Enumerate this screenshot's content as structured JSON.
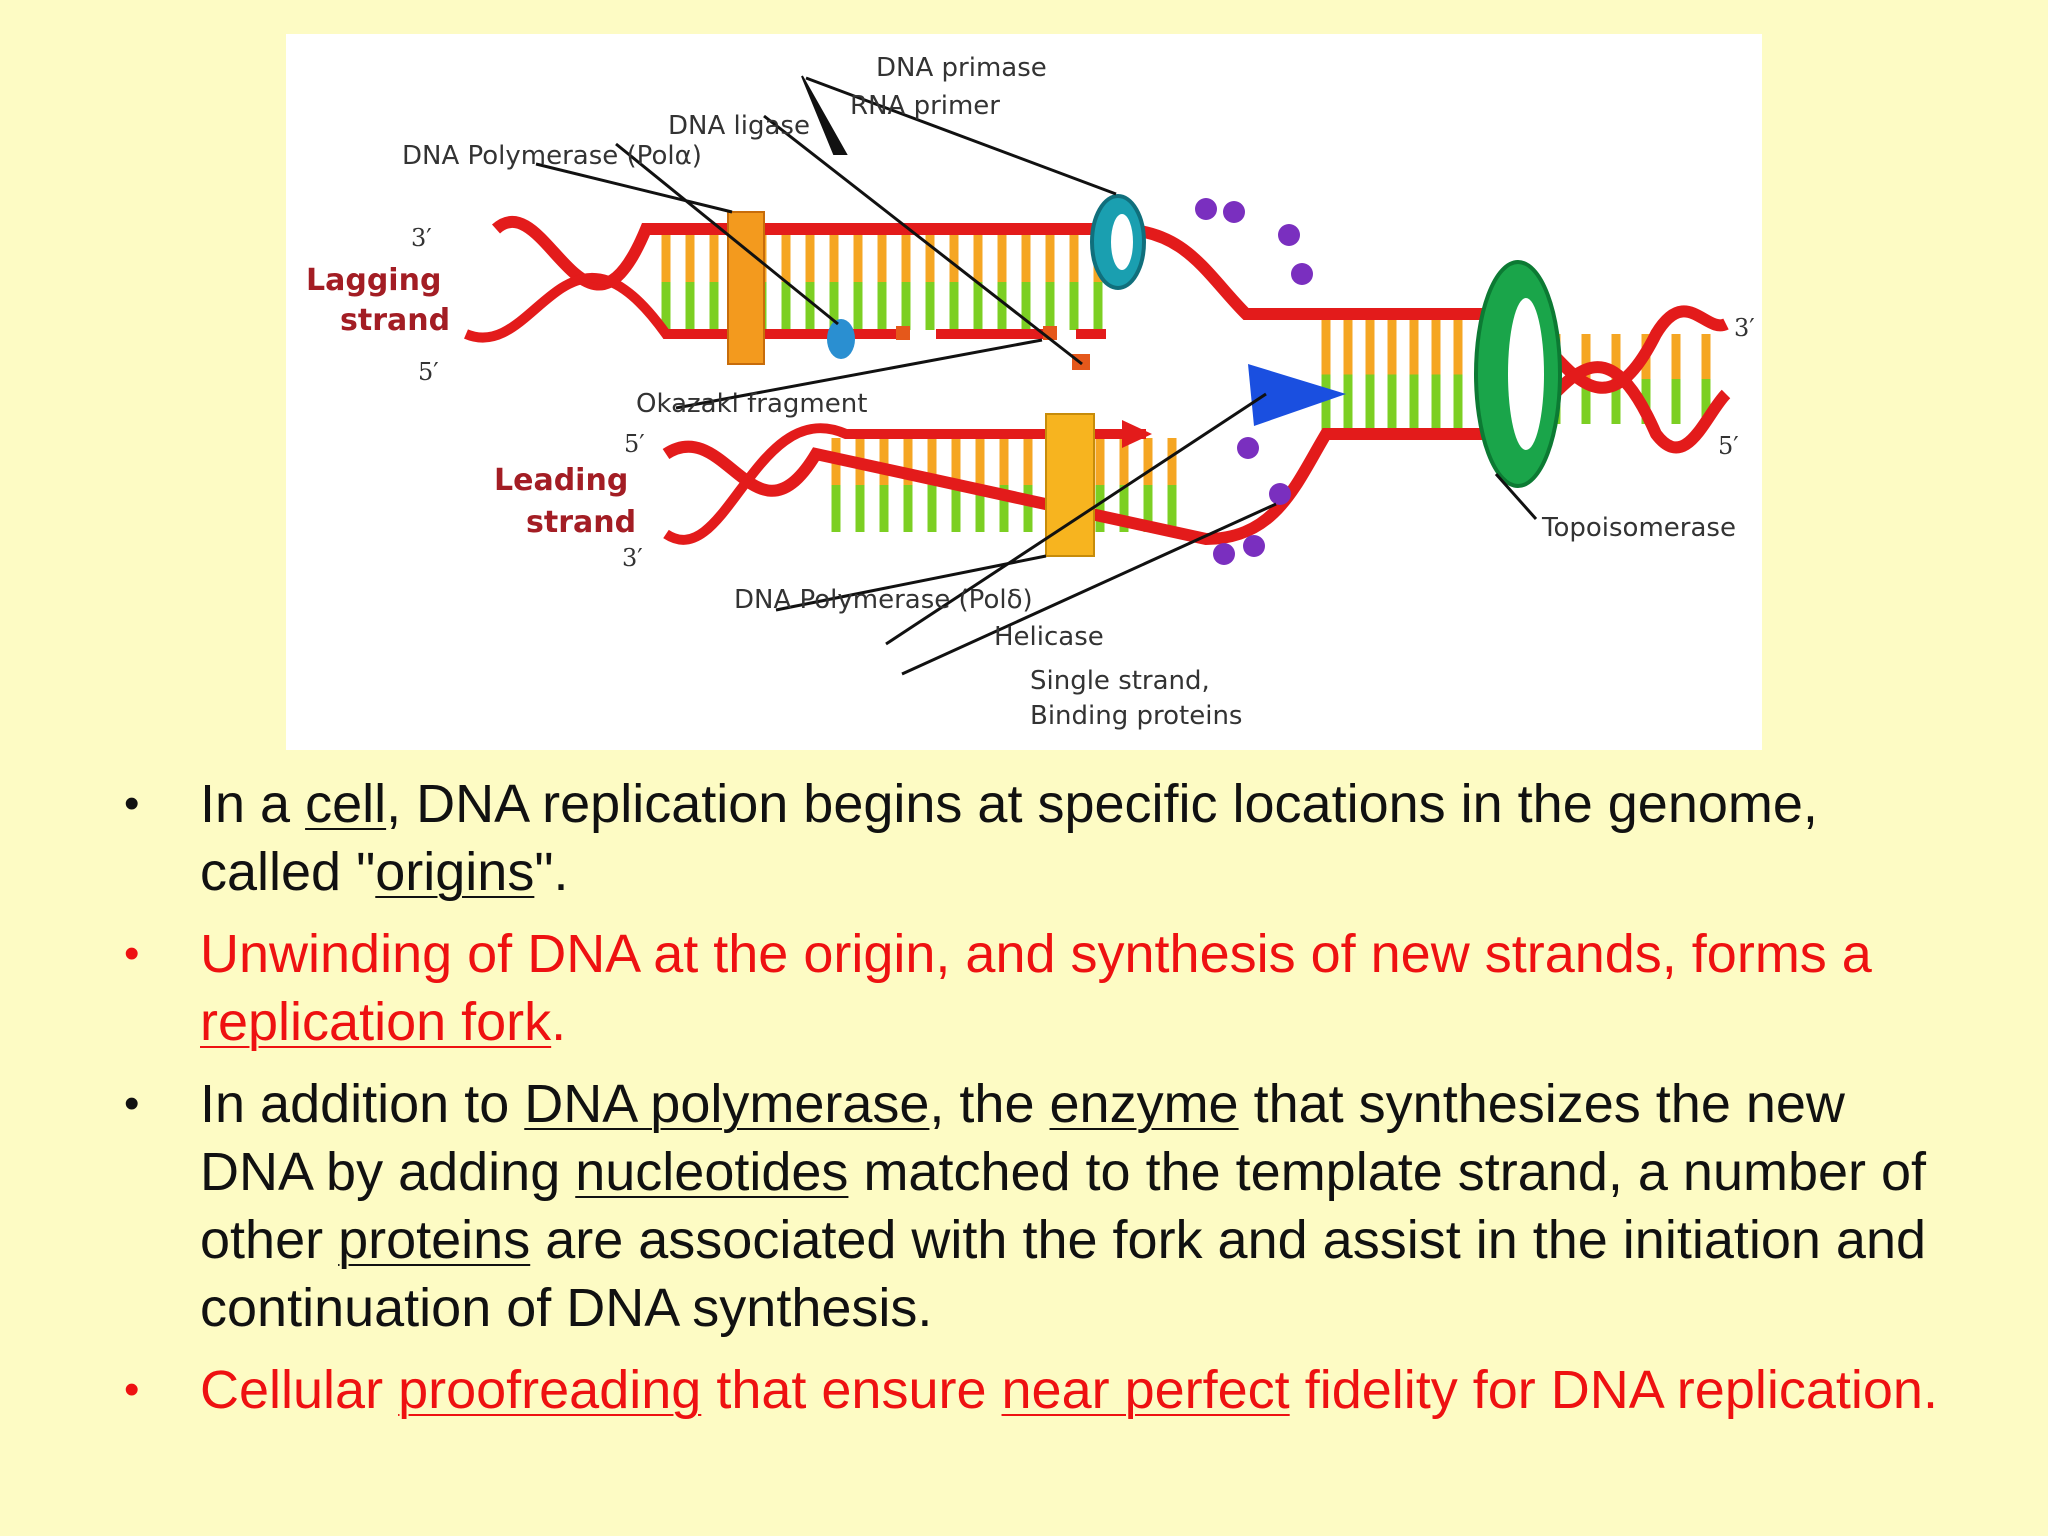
{
  "figure": {
    "labels": {
      "dna_primase": "DNA primase",
      "rna_primer": "RNA primer",
      "dna_ligase": "DNA ligase",
      "pol_alpha": "DNA Polymerase (Polα)",
      "lagging_3": "3′",
      "lagging_line1": "Lagging",
      "lagging_line2": "strand",
      "lagging_5": "5′",
      "okazaki": "Okazaki fragment",
      "leading_5": "5′",
      "leading_line1": "Leading",
      "leading_line2": "strand",
      "leading_3": "3′",
      "pol_delta": "DNA Polymerase (Polδ)",
      "helicase": "Helicase",
      "ssb_line1": "Single strand,",
      "ssb_line2": "Binding proteins",
      "topoisomerase": "Topoisomerase",
      "right_3": "3′",
      "right_5": "5′"
    },
    "colors": {
      "backbone": "#e31b1b",
      "rung_green": "#7ccf23",
      "rung_orange": "#f5a623",
      "polymerase": "#f39a1e",
      "primase": "#1a9fb0",
      "ligase": "#2a8fd1",
      "topoisomerase": "#1aa54a",
      "helicase": "#1a4fe0",
      "ssb": "#7a2fbf"
    }
  },
  "bullets": [
    {
      "color": "black",
      "parts": [
        {
          "t": "In a "
        },
        {
          "t": "cell",
          "u": true
        },
        {
          "t": ", DNA replication begins at specific locations in the genome, called \""
        },
        {
          "t": "origins",
          "u": true
        },
        {
          "t": "\"."
        }
      ]
    },
    {
      "color": "red",
      "parts": [
        {
          "t": " Unwinding of DNA at the origin, and synthesis of new strands, forms a "
        },
        {
          "t": "replication fork",
          "u": true
        },
        {
          "t": "."
        }
      ]
    },
    {
      "color": "black",
      "parts": [
        {
          "t": "In addition to "
        },
        {
          "t": "DNA polymerase",
          "u": true
        },
        {
          "t": ", the "
        },
        {
          "t": "enzyme",
          "u": true
        },
        {
          "t": " that synthesizes the new DNA by adding "
        },
        {
          "t": "nucleotides",
          "u": true
        },
        {
          "t": " matched to the template strand, a number of other "
        },
        {
          "t": "proteins",
          "u": true
        },
        {
          "t": " are associated with the fork and assist in the initiation and continuation of DNA synthesis."
        }
      ]
    },
    {
      "color": "red",
      "parts": [
        {
          "t": "Cellular "
        },
        {
          "t": "proofreading",
          "u": true
        },
        {
          "t": "  that ensure "
        },
        {
          "t": "near perfect",
          "u": true
        },
        {
          "t": " fidelity for DNA replication."
        }
      ]
    }
  ]
}
